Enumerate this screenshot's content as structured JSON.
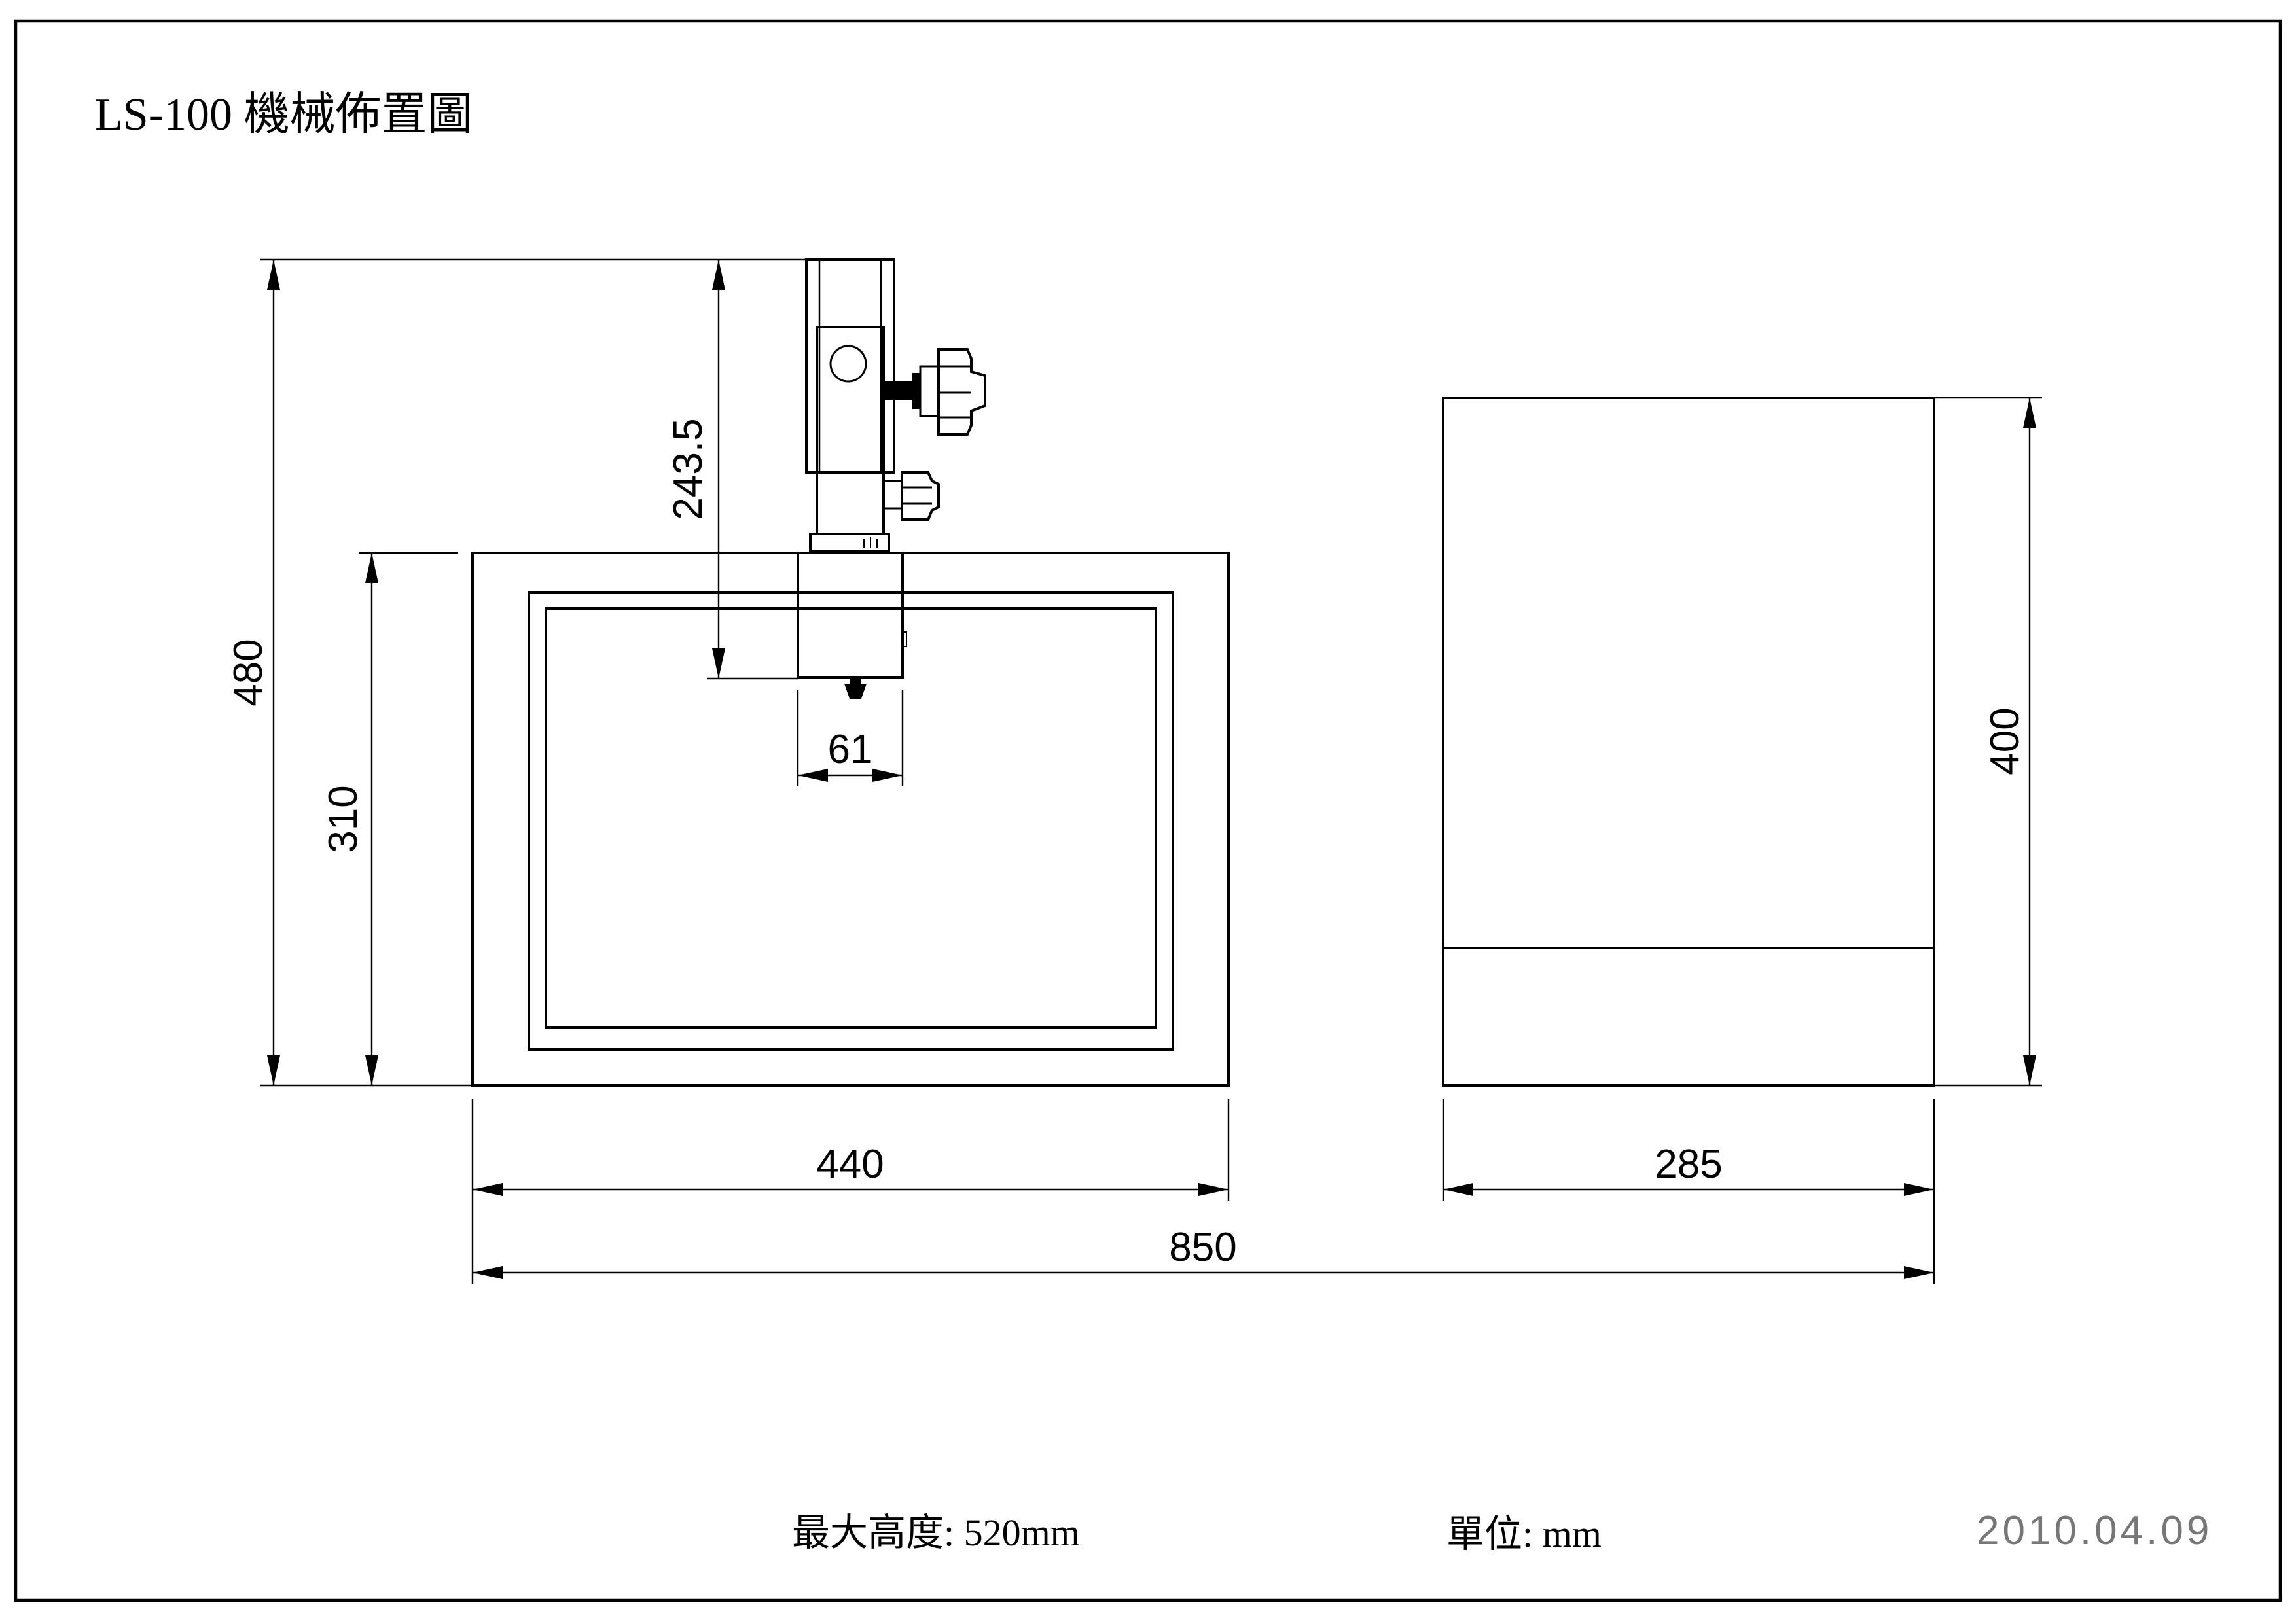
{
  "title": "LS-100 機械佈置圖",
  "dimensions": {
    "total_height": "480",
    "arm_height": "243.5",
    "base_height": "310",
    "head_width": "61",
    "base_width": "440",
    "side_height": "400",
    "side_width": "285",
    "total_width": "850"
  },
  "footer": {
    "max_height_label": "最大高度: 520mm",
    "unit_label": "單位: mm",
    "date_label": "2010.04.09"
  }
}
